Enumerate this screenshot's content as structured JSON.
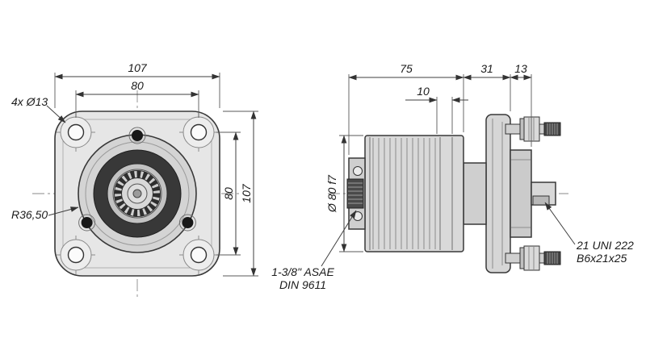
{
  "front": {
    "dim_outer_width": "107",
    "dim_hole_spacing_w": "80",
    "holes_label": "4x Ø13",
    "radius_label": "R36,50",
    "dim_hole_spacing_h": "80",
    "dim_outer_height": "107"
  },
  "side": {
    "dim_front_length": "75",
    "dim_mid_length": "31",
    "dim_rear_length": "13",
    "dim_step": "10",
    "dim_pilot_dia": "Ø 80 f7",
    "spline_label_line1": "1-3/8\" ASAE",
    "spline_label_line2": "DIN 9611",
    "key_label_line1": "21 UNI 222",
    "key_label_line2": "B6x21x25"
  },
  "colors": {
    "line": "#3f3f3f",
    "metal_light": "#d9d9d9",
    "metal_dark": "#383838"
  }
}
